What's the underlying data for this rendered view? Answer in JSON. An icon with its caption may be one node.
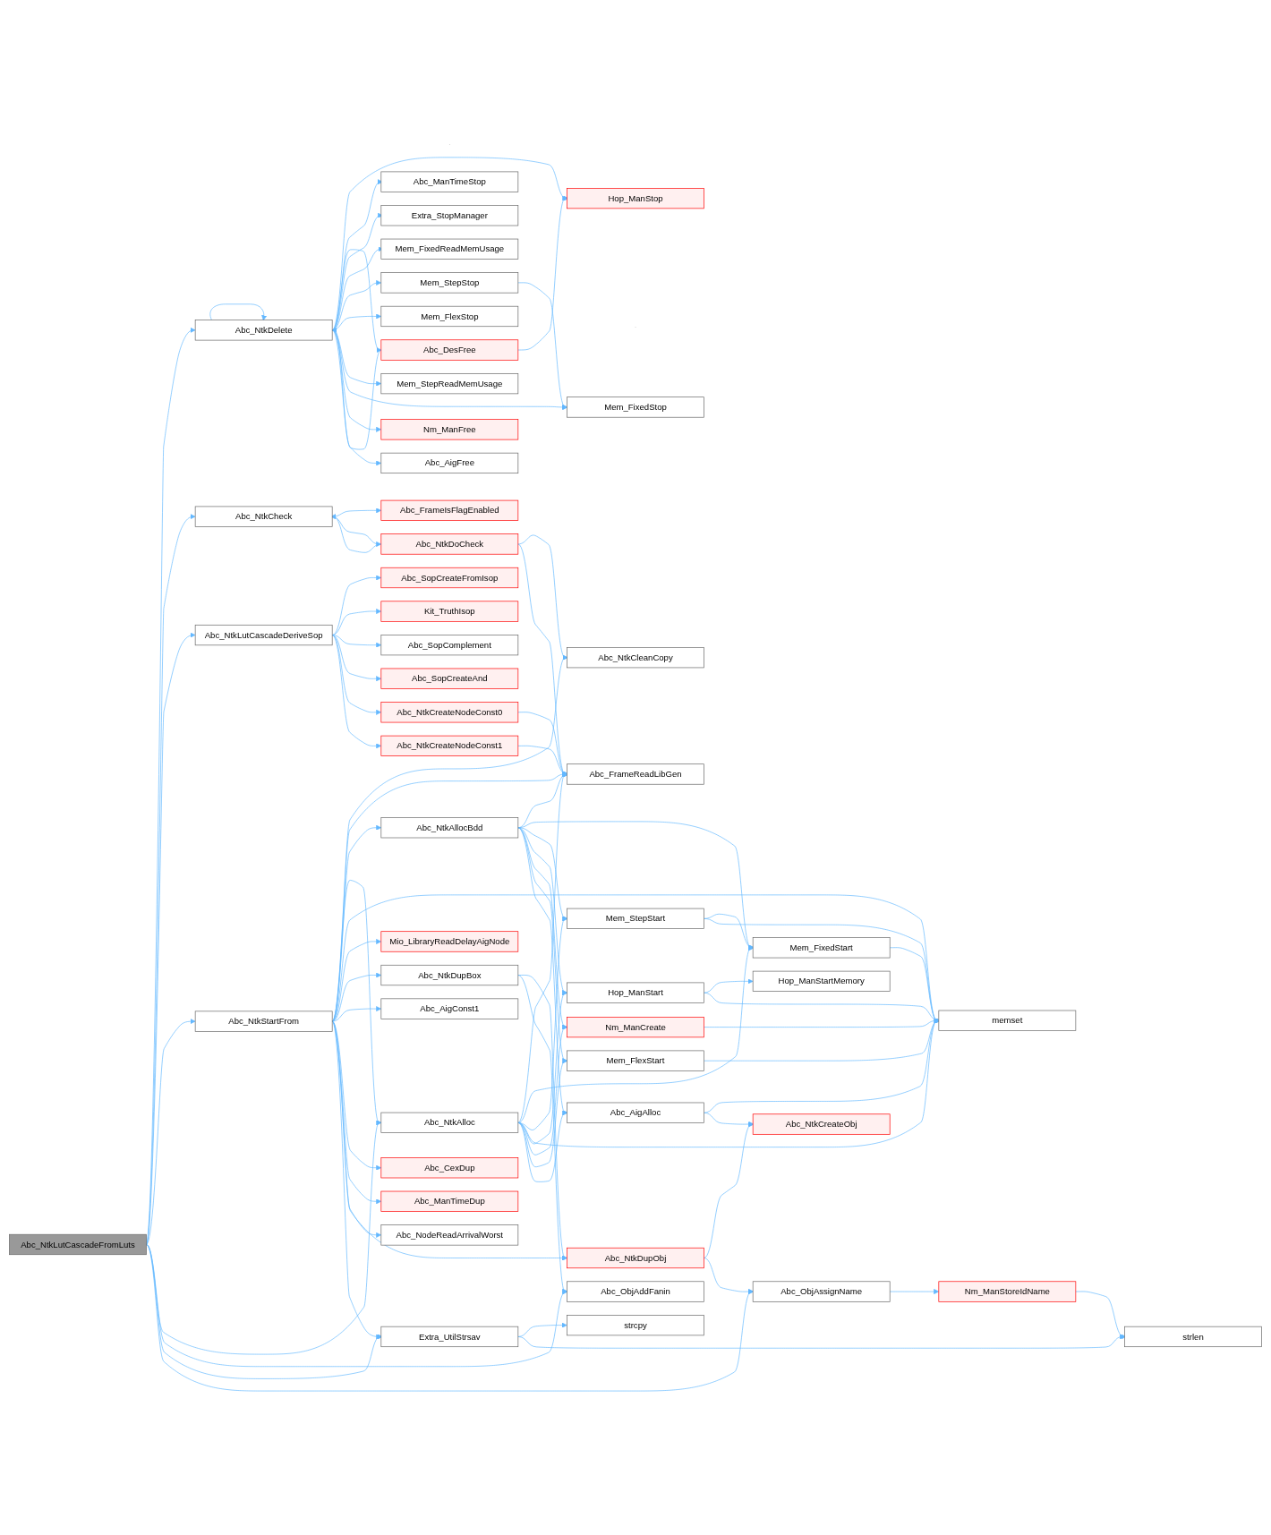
{
  "diagram": {
    "nodes": [
      {
        "text": [
          "Abc_NtkLutCascadeFromLuts"
        ]
      },
      {
        "text": [
          "Abc_NtkDelete"
        ]
      },
      {
        "text": [
          "Hop_ManStop"
        ]
      },
      {
        "text": [
          "Abc_DesFree"
        ]
      },
      {
        "text": [
          "Abc_ManTimeStop"
        ]
      },
      {
        "text": [
          "Extra_StopManager"
        ]
      },
      {
        "text": [
          "Mem_FixedReadMemUsage"
        ]
      },
      {
        "text": [
          "Mem_StepStop"
        ]
      },
      {
        "text": [
          "Mem_FlexStop"
        ]
      },
      {
        "text": [
          "Mem_StepReadMemUsage"
        ]
      },
      {
        "text": [
          "Mem_FixedStop"
        ]
      },
      {
        "text": [
          "Nm_ManFree"
        ]
      },
      {
        "text": [
          "Abc_AigFree"
        ]
      },
      {
        "text": [
          "Abc_NtkCheck"
        ]
      },
      {
        "text": [
          "Abc_FrameIsFlagEnabled"
        ]
      },
      {
        "text": [
          "Abc_NtkDoCheck"
        ]
      },
      {
        "text": [
          "Abc_NtkCleanCopy"
        ]
      },
      {
        "text": [
          "Abc_NtkLutCascadeDeriveSop"
        ]
      },
      {
        "text": [
          "Abc_SopCreateFromIsop"
        ]
      },
      {
        "text": [
          "Kit_TruthIsop"
        ]
      },
      {
        "text": [
          "Abc_SopComplement"
        ]
      },
      {
        "text": [
          "Abc_SopCreateAnd"
        ]
      },
      {
        "text": [
          "Abc_NtkCreateNodeConst0"
        ]
      },
      {
        "text": [
          "Abc_FrameReadLibGen"
        ]
      },
      {
        "text": [
          "Abc_NtkCreateNodeConst1"
        ]
      },
      {
        "text": [
          "Abc_NtkStartFrom"
        ]
      },
      {
        "text": [
          "Abc_NtkAlloc"
        ]
      },
      {
        "text": [
          "Abc_NtkAllocBdd"
        ]
      },
      {
        "text": [
          "Mem_FixedStart"
        ]
      },
      {
        "text": [
          "Mem_StepStart"
        ]
      },
      {
        "text": [
          "Hop_ManStart"
        ]
      },
      {
        "text": [
          "Hop_ManStartMemory"
        ]
      },
      {
        "text": [
          "memset"
        ]
      },
      {
        "text": [
          "Nm_ManCreate"
        ]
      },
      {
        "text": [
          "Mem_FlexStart"
        ]
      },
      {
        "text": [
          "Abc_AigAlloc"
        ]
      },
      {
        "text": [
          "Abc_NtkCreateObj"
        ]
      },
      {
        "text": [
          "Mio_LibraryReadDelayAigNode"
        ]
      },
      {
        "text": [
          "Abc_NtkDupBox"
        ]
      },
      {
        "text": [
          "Abc_AigConst1"
        ]
      },
      {
        "text": [
          "Abc_CexDup"
        ]
      },
      {
        "text": [
          "Abc_ManTimeDup"
        ]
      },
      {
        "text": [
          "Abc_NodeReadArrivalWorst"
        ]
      },
      {
        "text": [
          "Abc_NtkDupObj"
        ]
      },
      {
        "text": [
          "Abc_ObjAddFanin"
        ]
      },
      {
        "text": [
          "Extra_UtilStrsav"
        ]
      },
      {
        "text": [
          "strcpy"
        ]
      },
      {
        "text": [
          "Abc_ObjAssignName"
        ]
      },
      {
        "text": [
          "Nm_ManStoreIdName"
        ]
      },
      {
        "text": [
          "strlen"
        ]
      }
    ],
    "edges": [
      {
        "from": 0,
        "to": 1,
        "arrow": "to"
      },
      {
        "from": 0,
        "to": 13,
        "arrow": "to"
      },
      {
        "from": 0,
        "to": 17,
        "arrow": "to"
      },
      {
        "from": 0,
        "to": 25,
        "arrow": "to"
      },
      {
        "from": 0,
        "to": 26,
        "arrow": "to"
      },
      {
        "from": 0,
        "to": 44,
        "arrow": "to"
      },
      {
        "from": 0,
        "to": 45,
        "arrow": "to"
      },
      {
        "from": 0,
        "to": 47,
        "arrow": "to"
      },
      {
        "from": 1,
        "to": 1,
        "arrow": "to"
      },
      {
        "from": 1,
        "to": 2,
        "arrow": "to"
      },
      {
        "from": 1,
        "to": 3,
        "arrow": "to"
      },
      {
        "from": 1,
        "to": 4,
        "arrow": "to"
      },
      {
        "from": 1,
        "to": 5,
        "arrow": "to"
      },
      {
        "from": 1,
        "to": 6,
        "arrow": "to"
      },
      {
        "from": 1,
        "to": 7,
        "arrow": "to"
      },
      {
        "from": 1,
        "to": 8,
        "arrow": "to"
      },
      {
        "from": 1,
        "to": 9,
        "arrow": "to"
      },
      {
        "from": 1,
        "to": 10,
        "arrow": "to"
      },
      {
        "from": 1,
        "to": 11,
        "arrow": "to"
      },
      {
        "from": 1,
        "to": 12,
        "arrow": "to"
      },
      {
        "from": 3,
        "to": 1,
        "arrow": "to"
      },
      {
        "from": 3,
        "to": 2,
        "arrow": "to"
      },
      {
        "from": 7,
        "to": 10,
        "arrow": "to"
      },
      {
        "from": 13,
        "to": 14,
        "arrow": "to"
      },
      {
        "from": 13,
        "to": 15,
        "arrow": "to"
      },
      {
        "from": 15,
        "to": 13,
        "arrow": "to"
      },
      {
        "from": 15,
        "to": 16,
        "arrow": "to"
      },
      {
        "from": 15,
        "to": 23,
        "arrow": "to"
      },
      {
        "from": 17,
        "to": 18,
        "arrow": "to"
      },
      {
        "from": 17,
        "to": 19,
        "arrow": "to"
      },
      {
        "from": 17,
        "to": 20,
        "arrow": "to"
      },
      {
        "from": 17,
        "to": 21,
        "arrow": "to"
      },
      {
        "from": 17,
        "to": 22,
        "arrow": "to"
      },
      {
        "from": 17,
        "to": 24,
        "arrow": "to"
      },
      {
        "from": 22,
        "to": 23,
        "arrow": "to"
      },
      {
        "from": 24,
        "to": 23,
        "arrow": "to"
      },
      {
        "from": 25,
        "to": 16,
        "arrow": "to"
      },
      {
        "from": 25,
        "to": 23,
        "arrow": "to"
      },
      {
        "from": 25,
        "to": 26,
        "arrow": "to"
      },
      {
        "from": 25,
        "to": 27,
        "arrow": "to"
      },
      {
        "from": 25,
        "to": 32,
        "arrow": "to"
      },
      {
        "from": 25,
        "to": 37,
        "arrow": "to"
      },
      {
        "from": 25,
        "to": 38,
        "arrow": "to"
      },
      {
        "from": 25,
        "to": 39,
        "arrow": "to"
      },
      {
        "from": 25,
        "to": 40,
        "arrow": "to"
      },
      {
        "from": 25,
        "to": 41,
        "arrow": "to"
      },
      {
        "from": 25,
        "to": 42,
        "arrow": "to"
      },
      {
        "from": 25,
        "to": 43,
        "arrow": "to"
      },
      {
        "from": 25,
        "to": 45,
        "arrow": "to"
      },
      {
        "from": 26,
        "to": 23,
        "arrow": "to"
      },
      {
        "from": 26,
        "to": 28,
        "arrow": "to"
      },
      {
        "from": 26,
        "to": 32,
        "arrow": "to"
      },
      {
        "from": 26,
        "to": 29,
        "arrow": "to"
      },
      {
        "from": 26,
        "to": 30,
        "arrow": "to"
      },
      {
        "from": 26,
        "to": 33,
        "arrow": "to"
      },
      {
        "from": 26,
        "to": 34,
        "arrow": "to"
      },
      {
        "from": 26,
        "to": 35,
        "arrow": "to"
      },
      {
        "from": 27,
        "to": 23,
        "arrow": "to"
      },
      {
        "from": 27,
        "to": 28,
        "arrow": "to"
      },
      {
        "from": 27,
        "to": 29,
        "arrow": "to"
      },
      {
        "from": 27,
        "to": 30,
        "arrow": "to"
      },
      {
        "from": 27,
        "to": 33,
        "arrow": "to"
      },
      {
        "from": 27,
        "to": 34,
        "arrow": "to"
      },
      {
        "from": 27,
        "to": 35,
        "arrow": "to"
      },
      {
        "from": 28,
        "to": 32,
        "arrow": "to"
      },
      {
        "from": 29,
        "to": 28,
        "arrow": "to"
      },
      {
        "from": 29,
        "to": 32,
        "arrow": "to"
      },
      {
        "from": 30,
        "to": 31,
        "arrow": "to"
      },
      {
        "from": 30,
        "to": 32,
        "arrow": "to"
      },
      {
        "from": 33,
        "to": 32,
        "arrow": "to"
      },
      {
        "from": 34,
        "to": 32,
        "arrow": "to"
      },
      {
        "from": 35,
        "to": 32,
        "arrow": "to"
      },
      {
        "from": 35,
        "to": 36,
        "arrow": "to"
      },
      {
        "from": 38,
        "to": 43,
        "arrow": "to"
      },
      {
        "from": 38,
        "to": 44,
        "arrow": "to"
      },
      {
        "from": 43,
        "to": 36,
        "arrow": "to"
      },
      {
        "from": 43,
        "to": 47,
        "arrow": "to"
      },
      {
        "from": 45,
        "to": 46,
        "arrow": "to"
      },
      {
        "from": 45,
        "to": 49,
        "arrow": "to"
      },
      {
        "from": 47,
        "to": 48,
        "arrow": "to"
      },
      {
        "from": 48,
        "to": 49,
        "arrow": "to"
      }
    ]
  }
}
